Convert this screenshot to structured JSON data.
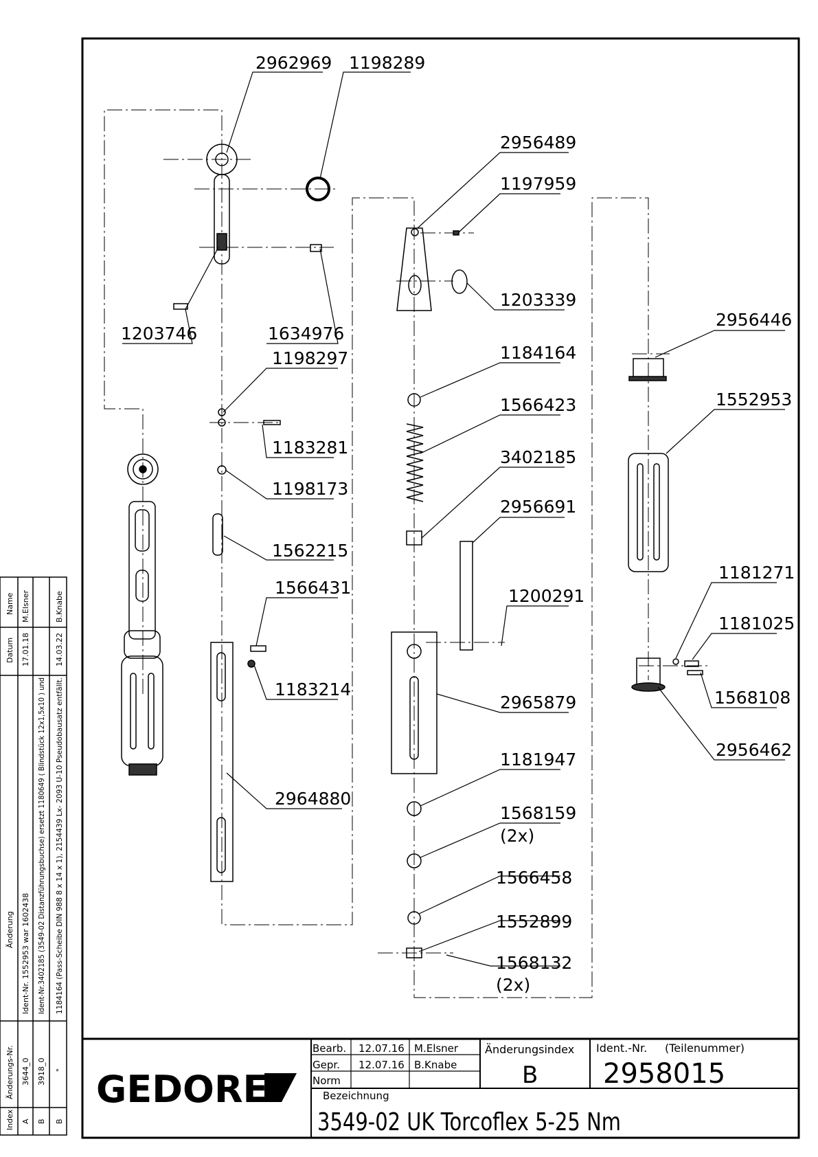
{
  "title_block": {
    "logo_text": "GEDORE",
    "bearb_label": "Bearb.",
    "gepr_label": "Gepr.",
    "norm_label": "Norm",
    "bearb_date": "12.07.16",
    "gepr_date": "12.07.16",
    "bearb_name": "M.Elsner",
    "gepr_name": "B.Knabe",
    "aenderungsindex_label": "Änderungsindex",
    "aenderungsindex_value": "B",
    "ident_label": "Ident.-Nr.",
    "teilenummer_label": "(Teilenummer)",
    "ident_value": "2958015",
    "bezeichnung_label": "Bezeichnung",
    "bezeichnung_value": "3549-02 UK Torcoflex 5-25 Nm"
  },
  "revision_table": {
    "headers": {
      "index": "Index",
      "aenderungs_nr": "Änderungs-Nr.",
      "aenderung": "Änderung",
      "datum": "Datum",
      "name": "Name"
    },
    "rows": [
      {
        "index": "A",
        "nr": "3644_0",
        "aenderung": "Ident-Nr. 1552953 war 1602438",
        "datum": "17.01.18",
        "name": "M.Elsner"
      },
      {
        "index": "B",
        "nr": "3918_0",
        "aenderung": "Ident-Nr.3402185 (3549-02 Distanzführungsbuchse) ersetzt 1180649 ( Blindstück 12x1,5x10 ) und",
        "datum": "14.03.22",
        "name": "B.Knabe"
      },
      {
        "index": "B",
        "nr": "\"",
        "aenderung": "1184164 (Pass-Scheibe DIN 988 8 x 14 x 1), 2154439 Lx- 2093 U-10 Pseudobausatz entfällt.",
        "datum": "",
        "name": ""
      }
    ]
  },
  "callouts": [
    {
      "id": "2962969"
    },
    {
      "id": "1198289"
    },
    {
      "id": "1203746"
    },
    {
      "id": "1634976"
    },
    {
      "id": "1198297"
    },
    {
      "id": "1183281"
    },
    {
      "id": "1198173"
    },
    {
      "id": "1562215"
    },
    {
      "id": "1566431"
    },
    {
      "id": "1183214"
    },
    {
      "id": "2964880"
    },
    {
      "id": "2956489"
    },
    {
      "id": "1197959"
    },
    {
      "id": "1203339"
    },
    {
      "id": "1184164"
    },
    {
      "id": "1566423"
    },
    {
      "id": "3402185"
    },
    {
      "id": "2956691"
    },
    {
      "id": "1200291"
    },
    {
      "id": "2965879"
    },
    {
      "id": "1181947"
    },
    {
      "id": "1568159"
    },
    {
      "id": "1566458"
    },
    {
      "id": "1552899"
    },
    {
      "id": "1568132"
    },
    {
      "id": "2956446"
    },
    {
      "id": "1552953"
    },
    {
      "id": "1181271"
    },
    {
      "id": "1181025"
    },
    {
      "id": "1568108"
    },
    {
      "id": "2956462"
    }
  ],
  "qty_notes": {
    "q1568159": "(2x)",
    "q1568132": "(2x)"
  }
}
